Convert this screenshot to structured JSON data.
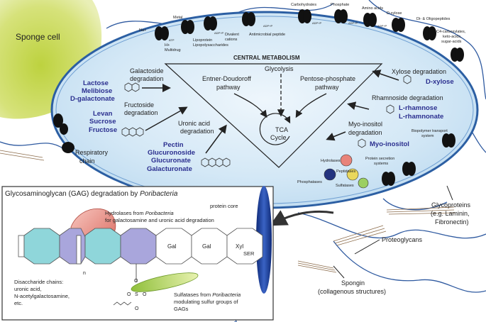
{
  "sponge_cell": "Sponge cell",
  "transporters_top": {
    "na": "Na+",
    "h_multidrug_1": "H+",
    "h_multidrug_2": "Multidrug",
    "metal": "Metal",
    "lipoprotein_1": "Lipoprotein",
    "lipoprotein_2": "Lipopolysaccharides",
    "divalent_1": "Divalent",
    "divalent_2": "cations",
    "antimicrobial": "Antimicrobial peptide",
    "carbohydrates": "Carbohydrates",
    "phosphate": "Phosphate",
    "amino_acids": "Amino acids",
    "d_xylose_top": "D-xylose",
    "di_oligo": "Di- & Oligopeptides",
    "c4_1": "C4-carboxylates,",
    "c4_2": "keto-acids,",
    "c4_3": "sugar-acids",
    "atp": "ATP",
    "adp": "ADP+P"
  },
  "central": {
    "title": "CENTRAL METABOLISM",
    "glycolysis": "Glycolysis",
    "entner_1": "Entner-Doudoroff",
    "entner_2": "pathway",
    "pentose_1": "Pentose-phosphate",
    "pentose_2": "pathway",
    "tca_1": "TCA",
    "tca_2": "Cycle"
  },
  "left": {
    "galactoside_1": "Galactoside",
    "galactoside_2": "degradation",
    "lactose": "Lactose",
    "melibiose": "Melibiose",
    "dgalactonate": "D-galactonate",
    "fructoside_1": "Fructoside",
    "fructoside_2": "degradation",
    "levan": "Levan",
    "sucrose": "Sucrose",
    "fructose": "Fructose",
    "respiratory_1": "Respiratory",
    "respiratory_2": "chain"
  },
  "bottom": {
    "uronic_1": "Uronic acid",
    "uronic_2": "degradation",
    "pectin": "Pectin",
    "glucuronoside": "Glucuronoside",
    "glucuronate": "Glucuronate",
    "galacturonate": "Galacturonate"
  },
  "right": {
    "xylose_deg": "Xylose degradation",
    "dxylose": "D-xylose",
    "rhamnoside_deg": "Rhamnoside degradation",
    "lrhamnose": "L-rhamnose",
    "lrhamnonate": "L-rhamnonate",
    "myo_1": "Myo-inositol",
    "myo_2": "degradation",
    "myoinositol": "Myo-inositol",
    "biopolymer_1": "Biopolymer transport",
    "biopolymer_2": "system",
    "hydrolases": "Hydrolases",
    "peptidases": "Peptidases",
    "protein_secretion_1": "Protein secretion",
    "protein_secretion_2": "systems",
    "phosphatases": "Phosphatases",
    "sulfatases": "Sulfatases"
  },
  "outside": {
    "glycoproteins_1": "Glycoproteins",
    "glycoproteins_2": "(e.g. Laminin,",
    "glycoproteins_3": "Fibronectin)",
    "proteoglycans": "Proteoglycans",
    "spongin_1": "Spongin",
    "spongin_2": "(collagenous structures)"
  },
  "gag": {
    "title_prefix": "Glycosaminoglycan (GAG) degradation by ",
    "title_italic": "Poribacteria",
    "protein_core": "protein core",
    "hydrolases_1a": "Hydrolases from ",
    "hydrolases_1b": "Poribacteria",
    "hydrolases_2": "for galactosamine and uronic acid degradation",
    "n_label": "n",
    "gal_1": "Gal",
    "gal_2": "Gal",
    "xyl": "Xyl",
    "ser": "SER",
    "disacch_1": "Disaccharide chains:",
    "disacch_2": "uronic acid,",
    "disacch_3": "N-acetylgalactosamine,",
    "disacch_4": "etc.",
    "sulfatases_1a": "Sulfatases from ",
    "sulfatases_1b": "Poribacteria",
    "sulfatases_2": "modulating sulfur groups of",
    "sulfatases_3": "GAGs",
    "o_1": "O",
    "o_2": "O",
    "o_3": "O",
    "o_4": "O",
    "s": "S"
  },
  "colors": {
    "cell_fill": "#d6e9f6",
    "membrane": "#2c5fa3",
    "sponge_green": "#c9d95a",
    "hydrolase_red": "#e8837a",
    "enzyme_blue": "#23337f",
    "enzyme_yellow": "#e9d75c",
    "enzyme_green": "#9ccf62",
    "sulfatase_green": "#b8d858",
    "hex_cyan": "#8fd6da",
    "hex_lavender": "#a9a6dc",
    "protein_core": "#1d3f9b"
  }
}
